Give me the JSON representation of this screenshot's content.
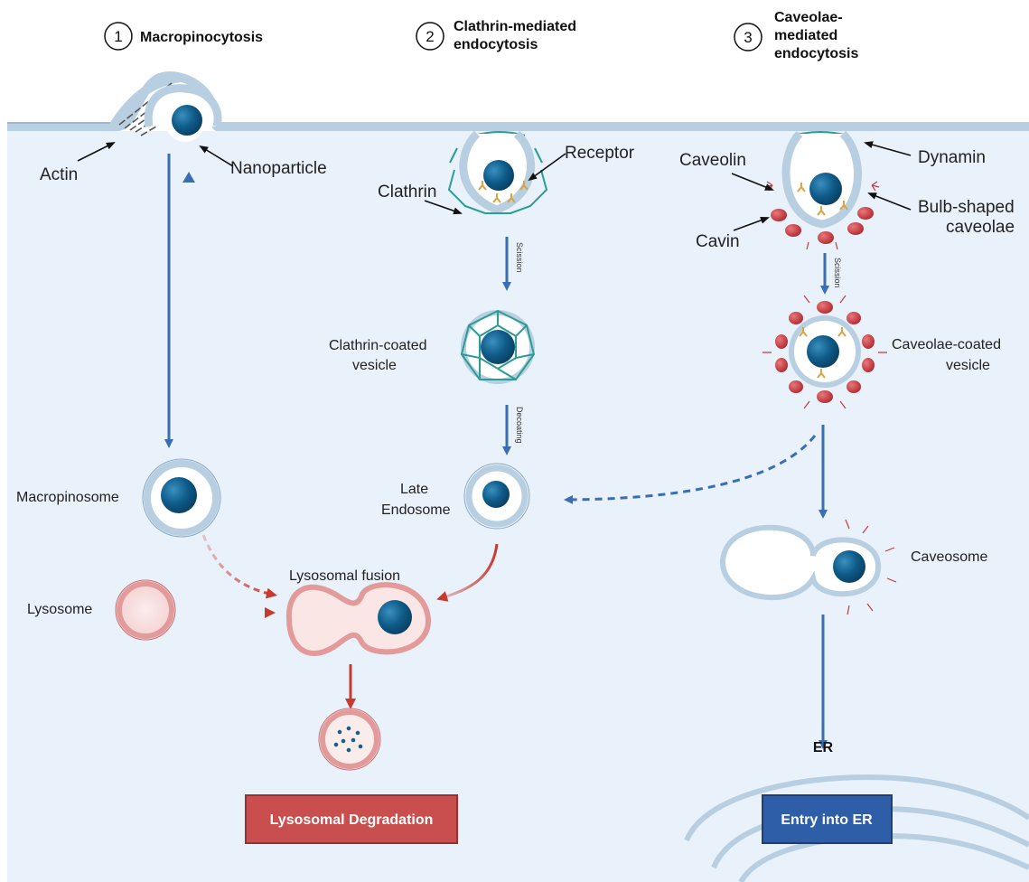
{
  "pathways": [
    {
      "number": "1",
      "title_lines": [
        "Macropinocytosis"
      ]
    },
    {
      "number": "2",
      "title_lines": [
        "Clathrin-mediated",
        "endocytosis"
      ]
    },
    {
      "number": "3",
      "title_lines": [
        "Caveolae-",
        "mediated",
        "endocytosis"
      ]
    }
  ],
  "labels": {
    "actin": "Actin",
    "nanoparticle": "Nanoparticle",
    "receptor": "Receptor",
    "clathrin": "Clathrin",
    "caveolin": "Caveolin",
    "dynamin": "Dynamin",
    "bulb_shaped": [
      "Bulb-shaped",
      "caveolae"
    ],
    "cavin": "Cavin",
    "scission": "Scission",
    "decoating": "Decoating",
    "clathrin_coated_vesicle": [
      "Clathrin-coated",
      "vesicle"
    ],
    "caveolae_coated_vesicle": [
      "Caveolae-coated",
      "vesicle"
    ],
    "macropinosome": "Macropinosome",
    "late_endosome": [
      "Late",
      "Endosome"
    ],
    "caveosome": "Caveosome",
    "lysosomal_fusion": "Lysosomal fusion",
    "lysosome": "Lysosome",
    "er": "ER"
  },
  "outcomes": {
    "degradation": "Lysosomal Degradation",
    "er_entry": "Entry into ER"
  },
  "colors": {
    "cytoplasm": "#e9f1fa",
    "membrane": "#b8cfe2",
    "membrane_edge": "#8aa9c3",
    "nanoparticle": "#0d5a86",
    "blue_arrow": "#3b6db3",
    "red_arrow": "#c8392f",
    "clathrin": "#3aa39f",
    "cavin": "#c73a3f",
    "degradation_box": "#c94f4f",
    "er_box": "#2f5ea8"
  }
}
